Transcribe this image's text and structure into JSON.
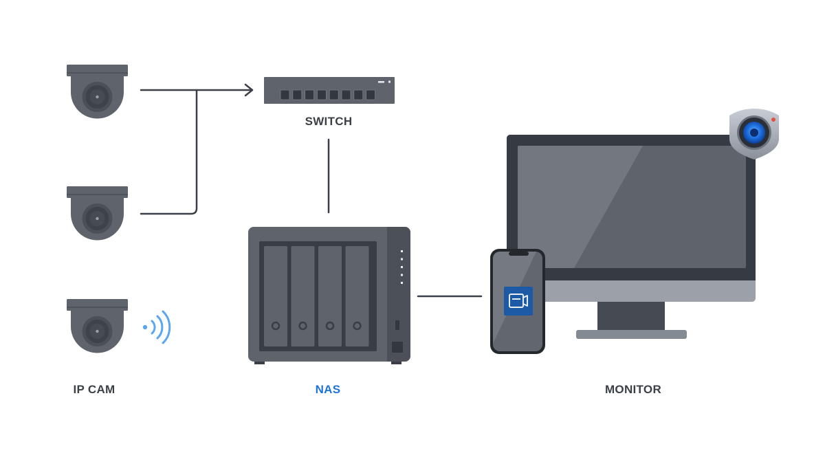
{
  "diagram": {
    "title": "IP camera surveillance network topology",
    "labels": {
      "ip_cam": "IP CAM",
      "switch": "SWITCH",
      "nas": "NAS",
      "monitor": "MONITOR"
    },
    "colors": {
      "device_gray": "#5f636b",
      "device_dark": "#3a3e46",
      "line": "#3a3f47",
      "nas_label": "#1f73d6",
      "text": "#3b3f46",
      "wireless": "#5aa7ef",
      "app_icon_bg": "#1d5aa6",
      "surveillance_lens": "#1e6fe0",
      "status_dot": "#e0533d"
    },
    "nodes": [
      {
        "id": "camera-1",
        "type": "ip-camera",
        "connection": "wired"
      },
      {
        "id": "camera-2",
        "type": "ip-camera",
        "connection": "wired"
      },
      {
        "id": "camera-3",
        "type": "ip-camera",
        "connection": "wireless"
      },
      {
        "id": "switch",
        "type": "network-switch",
        "ports": 8
      },
      {
        "id": "nas",
        "type": "nas",
        "drive_bays": 4,
        "status_leds": 5
      },
      {
        "id": "phone",
        "type": "smartphone",
        "app": "surveillance-app"
      },
      {
        "id": "monitor",
        "type": "desktop-monitor",
        "badge": "surveillance-station"
      }
    ],
    "edges": [
      {
        "from": "camera-1",
        "to": "switch",
        "arrow": true
      },
      {
        "from": "camera-2",
        "to": "switch",
        "arrow": true
      },
      {
        "from": "switch",
        "to": "nas"
      },
      {
        "from": "nas",
        "to": "phone"
      }
    ]
  }
}
